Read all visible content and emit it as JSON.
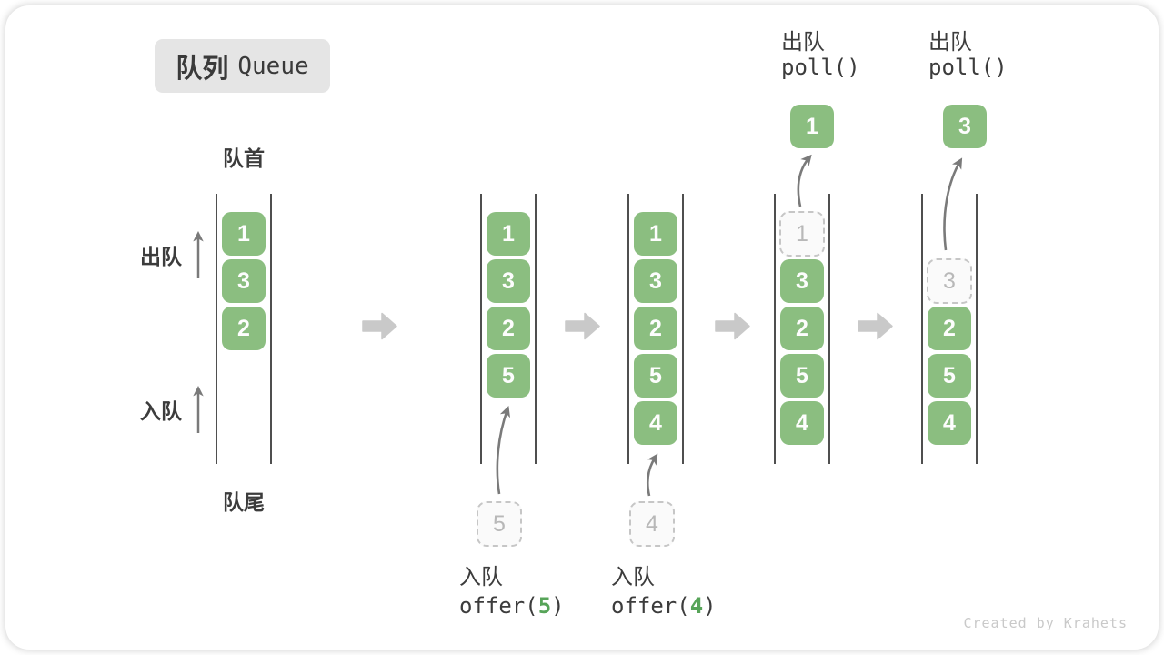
{
  "title": {
    "zh": "队列",
    "en": "Queue"
  },
  "side_labels": {
    "front": "队首",
    "rear": "队尾",
    "dequeue": "出队",
    "enqueue": "入队"
  },
  "colors": {
    "box_green": "#8bbe80",
    "code_green": "#57a459",
    "transition_gray": "#c9c9c9",
    "arrow_gray": "#7a7a7a",
    "channel_line": "#4f4f4f"
  },
  "states": [
    {
      "name": "initial",
      "cells": [
        {
          "row": 0,
          "value": "1"
        },
        {
          "row": 1,
          "value": "3"
        },
        {
          "row": 2,
          "value": "2"
        }
      ]
    },
    {
      "name": "after-offer-5",
      "cells": [
        {
          "row": 0,
          "value": "1"
        },
        {
          "row": 1,
          "value": "3"
        },
        {
          "row": 2,
          "value": "2"
        },
        {
          "row": 3,
          "value": "5"
        }
      ],
      "pending": {
        "value": "5"
      },
      "operation": {
        "label": "入队",
        "code_before": "offer(",
        "code_value": "5",
        "code_after": ")"
      }
    },
    {
      "name": "after-offer-4",
      "cells": [
        {
          "row": 0,
          "value": "1"
        },
        {
          "row": 1,
          "value": "3"
        },
        {
          "row": 2,
          "value": "2"
        },
        {
          "row": 3,
          "value": "5"
        },
        {
          "row": 4,
          "value": "4"
        }
      ],
      "pending": {
        "value": "4"
      },
      "operation": {
        "label": "入队",
        "code_before": "offer(",
        "code_value": "4",
        "code_after": ")"
      }
    },
    {
      "name": "after-poll-1",
      "cells": [
        {
          "row": 0,
          "value": "1",
          "removed": true
        },
        {
          "row": 1,
          "value": "3"
        },
        {
          "row": 2,
          "value": "2"
        },
        {
          "row": 3,
          "value": "5"
        },
        {
          "row": 4,
          "value": "4"
        }
      ],
      "polled": {
        "value": "1"
      },
      "operation": {
        "label": "出队",
        "code": "poll()"
      }
    },
    {
      "name": "after-poll-3",
      "cells": [
        {
          "row": 1,
          "value": "3",
          "removed": true
        },
        {
          "row": 2,
          "value": "2"
        },
        {
          "row": 3,
          "value": "5"
        },
        {
          "row": 4,
          "value": "4"
        }
      ],
      "polled": {
        "value": "3"
      },
      "operation": {
        "label": "出队",
        "code": "poll()"
      }
    }
  ],
  "watermark": "Created by Krahets"
}
